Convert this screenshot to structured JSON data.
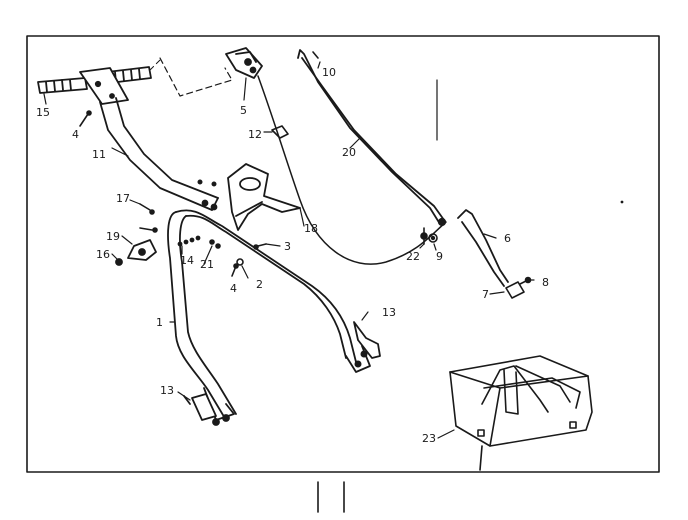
{
  "colors": {
    "ink": "#1a1a1a",
    "paper": "#ffffff",
    "shade": "#8a8a8a"
  },
  "callouts": {
    "c1": "1",
    "c2": "2",
    "c3": "3",
    "c4a": "4",
    "c4b": "4",
    "c5": "5",
    "c6": "6",
    "c7": "7",
    "c8": "8",
    "c9": "9",
    "c10": "10",
    "c11": "11",
    "c12": "12",
    "c13a": "13",
    "c13b": "13",
    "c14": "14",
    "c15": "15",
    "c16": "16",
    "c17": "17",
    "c18": "18",
    "c19": "19",
    "c20": "20",
    "c21": "21",
    "c22": "22",
    "c23": "23"
  }
}
